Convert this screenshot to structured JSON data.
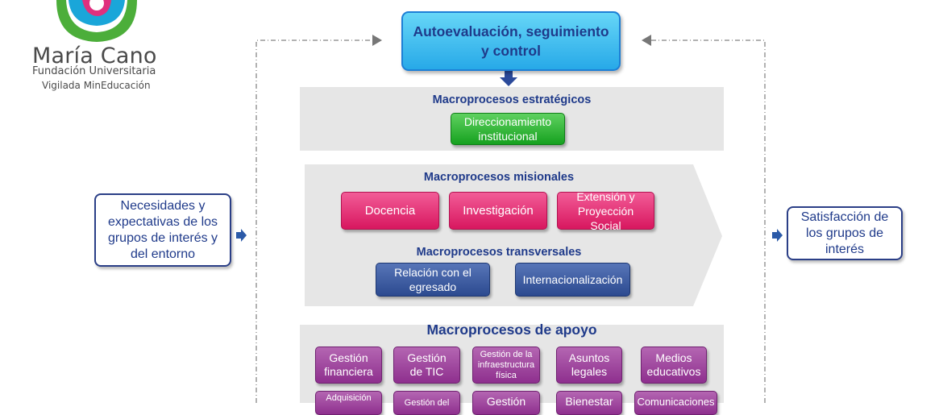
{
  "logo": {
    "name": "María Cano",
    "subtitle": "Fundación Universitaria",
    "tagline": "Vigilada MinEducación"
  },
  "top_box": "Autoevaluación, seguimiento y control",
  "input_box": "Necesidades y expectativas de los grupos de interés y del entorno",
  "output_box": "Satisfacción de los grupos de interés",
  "strategic": {
    "title": "Macroprocesos estratégicos",
    "items": [
      "Direccionamiento institucional"
    ]
  },
  "missional": {
    "title": "Macroprocesos misionales",
    "items": [
      "Docencia",
      "Investigación",
      "Extensión y Proyección Social"
    ]
  },
  "transversal": {
    "title": "Macroprocesos transversales",
    "items": [
      "Relación con el egresado",
      "Internacionalización"
    ]
  },
  "support": {
    "title": "Macroprocesos de apoyo",
    "items": [
      "Gestión financiera",
      "Gestión de TIC",
      "Gestión de la infraestructura física",
      "Asuntos legales",
      "Medios educativos",
      "Adquisición",
      "Gestión del",
      "Gestión",
      "Bienestar",
      "Comunicaciones"
    ]
  },
  "colors": {
    "navy": "#1f3a8a",
    "cyan": "#27a9e8",
    "green": "#16a11f",
    "pink": "#d8175f",
    "blue": "#2c4a90",
    "purple": "#8e2f8e",
    "panel": "#e6e6e6"
  }
}
